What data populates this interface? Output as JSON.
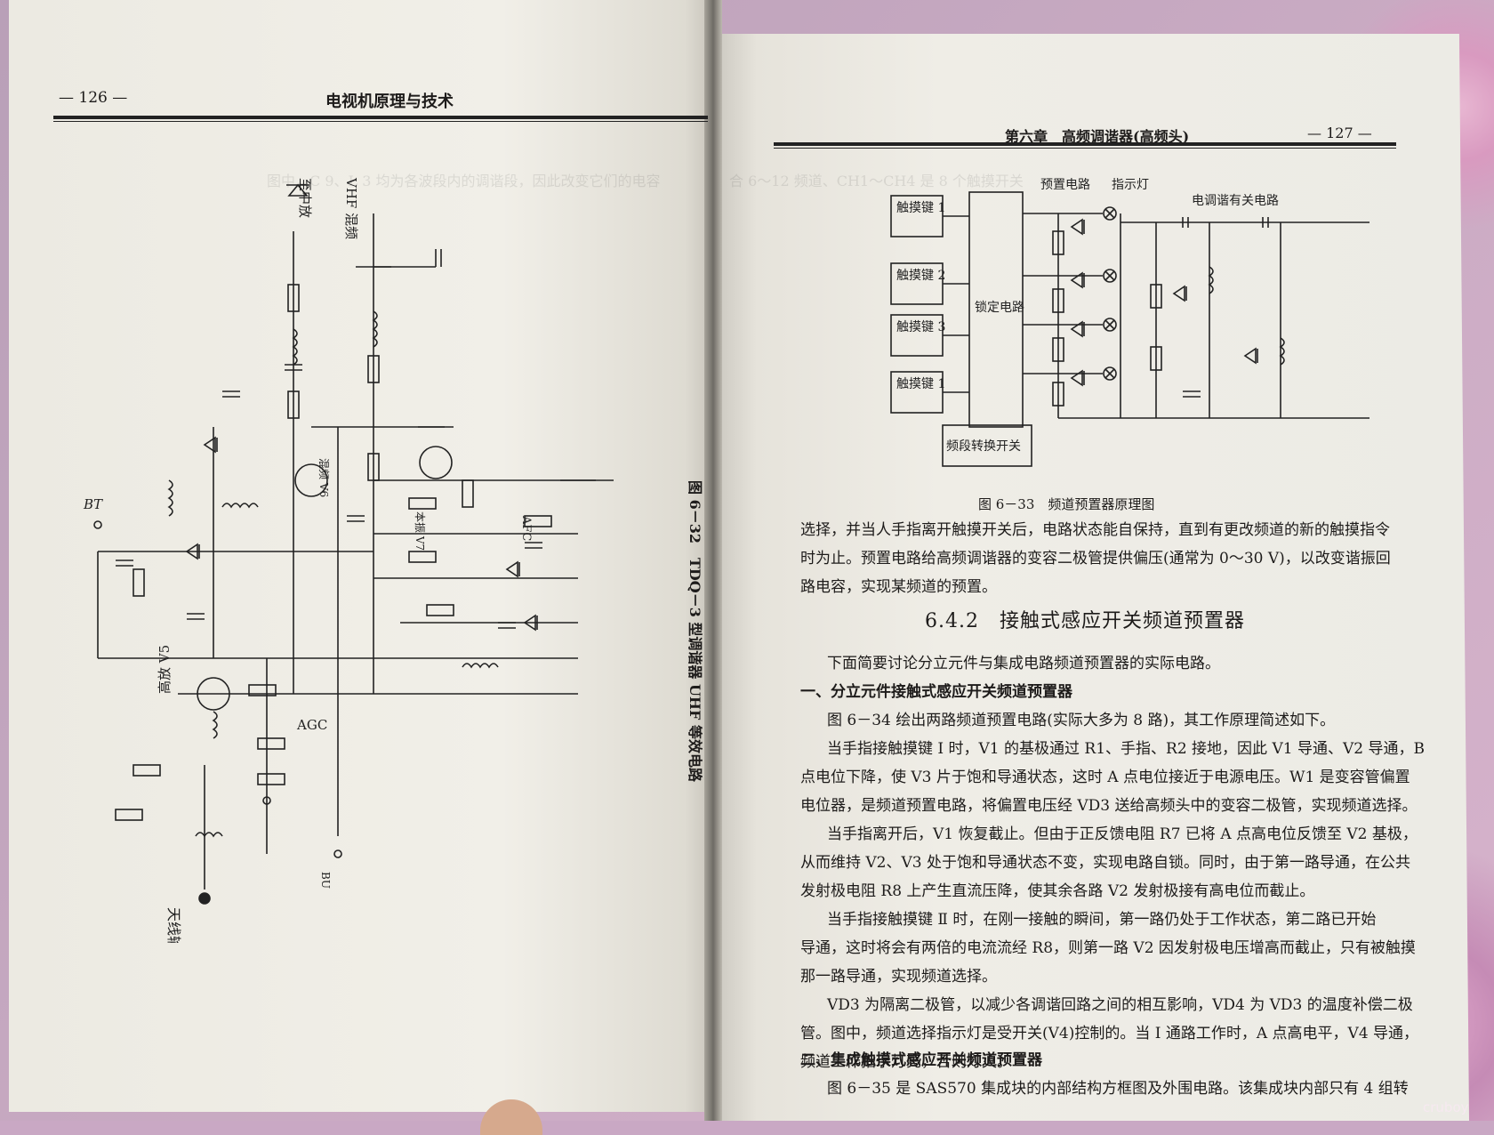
{
  "left_page": {
    "page_number": "— 126 —",
    "running_title": "电视机原理与技术",
    "figure_caption": "图 6－32　TDQ－3 型调谐器 UHF 等效电路",
    "labels": {
      "to_if": "至中放",
      "vhf_mix": "VHF 混频",
      "bt": "BT",
      "agc": "AGC",
      "bu": "BU",
      "afc": "AFC",
      "antenna": "天线输入",
      "rf_amp": "高放 V5",
      "mixer": "混频 V6",
      "local_osc": "本振 V7"
    }
  },
  "right_page": {
    "running_title": "第六章　高频调谐器(高频头)",
    "page_number": "— 127 —",
    "diagram": {
      "keys": [
        "触摸键 1",
        "触摸键 2",
        "触摸键 3",
        "触摸键 1"
      ],
      "latch": "锁定电路",
      "preset": "预置电路",
      "indicator": "指示灯",
      "tuning": "电调谐有关电路",
      "band_switch": "频段转换开关"
    },
    "figure_caption": "图 6－33　频道预置器原理图",
    "para1": [
      "选择，并当人手指离开触摸开关后，电路状态能自保持，直到有更改频道的新的触摸指令",
      "时为止。预置电路给高频调谐器的变容二极管提供偏压(通常为 0～30 V)，以改变谐振回",
      "路电容，实现某频道的预置。"
    ],
    "section_title": "6.4.2　接触式感应开关频道预置器",
    "intro": "下面简要讨论分立元件与集成电路频道预置器的实际电路。",
    "heading1": "一、分立元件接触式感应开关频道预置器",
    "para2": [
      "图 6－34 绘出两路频道预置电路(实际大多为 8 路)，其工作原理简述如下。",
      "当手指接触摸键 Ⅰ 时，V1 的基极通过 R1、手指、R2 接地，因此 V1 导通、V2 导通，B",
      "点电位下降，使 V3 片于饱和导通状态，这时 A 点电位接近于电源电压。W1 是变容管偏置",
      "电位器，是频道预置电路，将偏置电压经 VD3 送给高频头中的变容二极管，实现频道选择。",
      "当手指离开后，V1 恢复截止。但由于正反馈电阻 R7 已将 A 点高电位反馈至 V2 基极，",
      "从而维持 V2、V3 处于饱和导通状态不变，实现电路自锁。同时，由于第一路导通，在公共",
      "发射极电阻 R8 上产生直流压降，使其余各路 V2 发射极接有高电位而截止。",
      "当手指接触摸键 Ⅱ 时，在刚一接触的瞬间，第一路仍处于工作状态，第二路已开始",
      "导通，这时将会有两倍的电流流经 R8，则第一路 V2 因发射极电压增高而截止，只有被触摸",
      "那一路导通，实现频道选择。",
      "VD3 为隔离二极管，以减少各调谐回路之间的相互影响，VD4 为 VD3 的温度补偿二极",
      "管。图中，频道选择指示灯是受开关(V4)控制的。当 Ⅰ 通路工作时，A 点高电平，V4 导通，",
      "频道工作指示灯亮，否则灯灭。"
    ],
    "heading2": "二、集成触摸式感应开关频道预置器",
    "para3": "图 6－35 是 SAS570 集成块的内部结构方框图及外围电路。该集成块内部只有 4 组转"
  },
  "watermark": "cruboy"
}
